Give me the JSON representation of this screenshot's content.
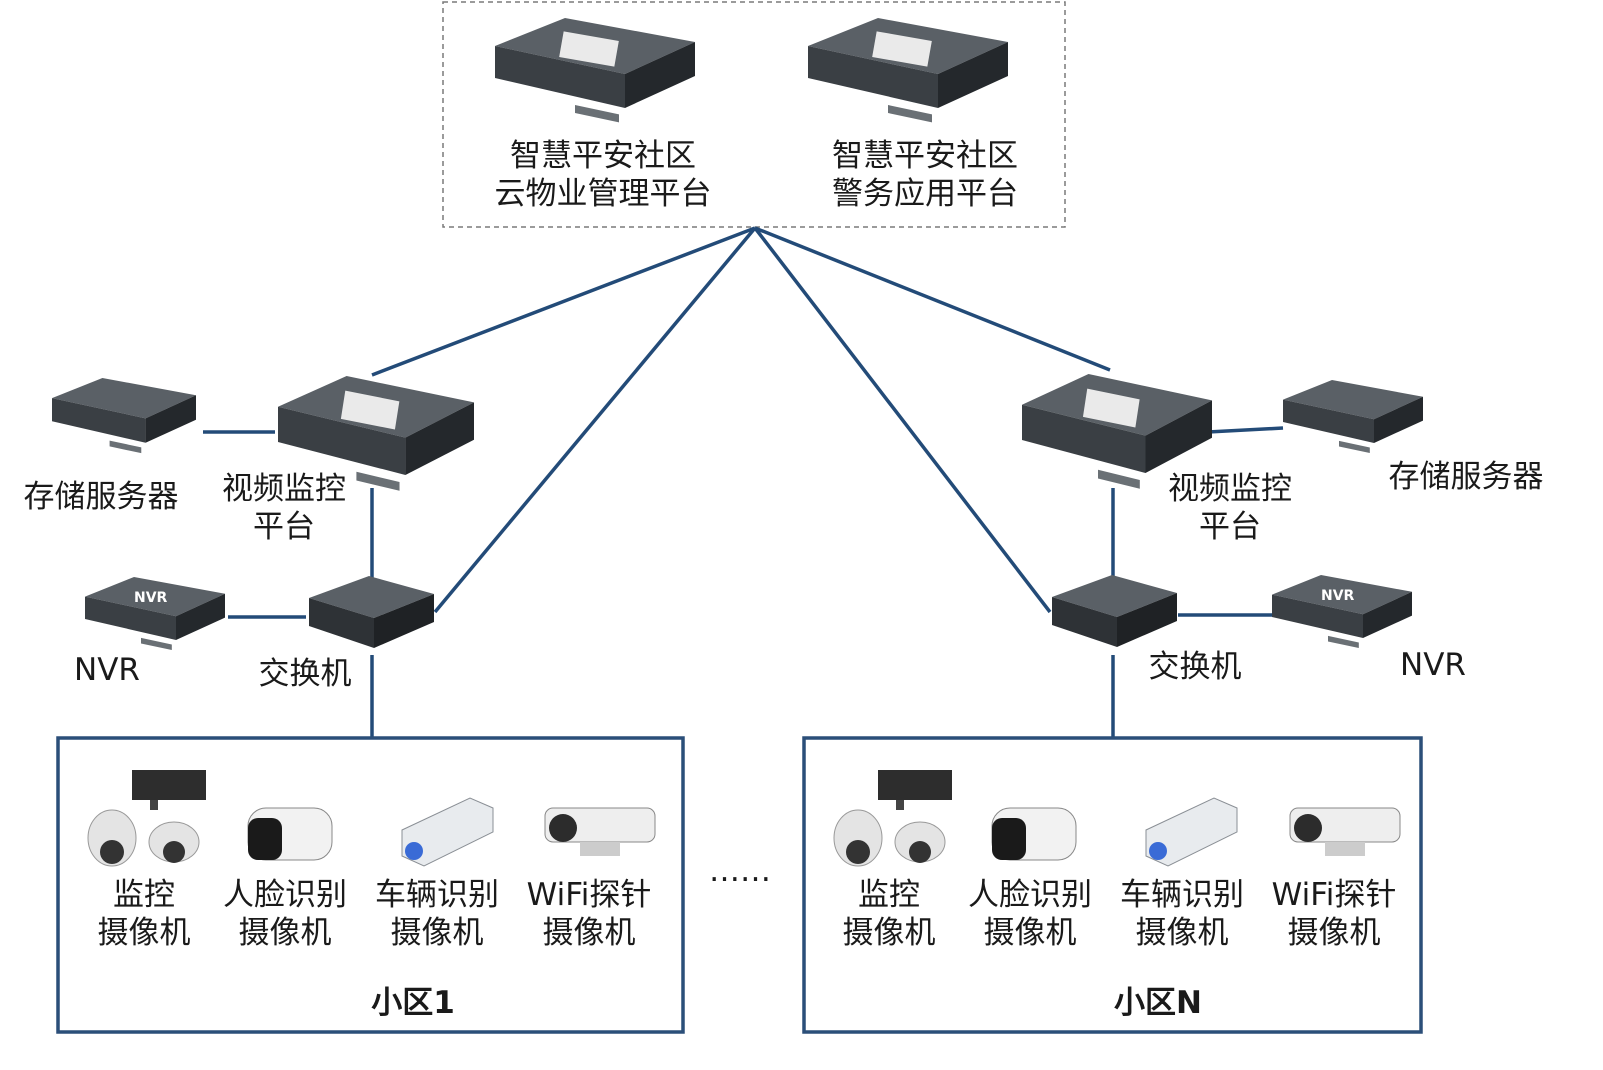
{
  "platforms": {
    "cloud_property": [
      "智慧平安社区",
      "云物业管理平台"
    ],
    "police": [
      "智慧平安社区",
      "警务应用平台"
    ]
  },
  "left_site": {
    "storage": "存储服务器",
    "video_platform": [
      "视频监控",
      "平台"
    ],
    "nvr": "NVR",
    "switch": "交换机",
    "cameras": [
      [
        "监控",
        "摄像机"
      ],
      [
        "人脸识别",
        "摄像机"
      ],
      [
        "车辆识别",
        "摄像机"
      ],
      [
        "WiFi探针",
        "摄像机"
      ]
    ],
    "area_title": "小区1"
  },
  "right_site": {
    "storage": "存储服务器",
    "video_platform": [
      "视频监控",
      "平台"
    ],
    "nvr": "NVR",
    "switch": "交换机",
    "cameras": [
      [
        "监控",
        "摄像机"
      ],
      [
        "人脸识别",
        "摄像机"
      ],
      [
        "车辆识别",
        "摄像机"
      ],
      [
        "WiFi探针",
        "摄像机"
      ]
    ],
    "area_title": "小区N"
  },
  "ellipsis": "……",
  "nvr_badge": "NVR",
  "colors": {
    "link": "#234b78",
    "area_border": "#2b4f79",
    "device_top": "#4e5459",
    "device_front": "#2a2e32",
    "dashed_border": "#7a7a7a"
  }
}
